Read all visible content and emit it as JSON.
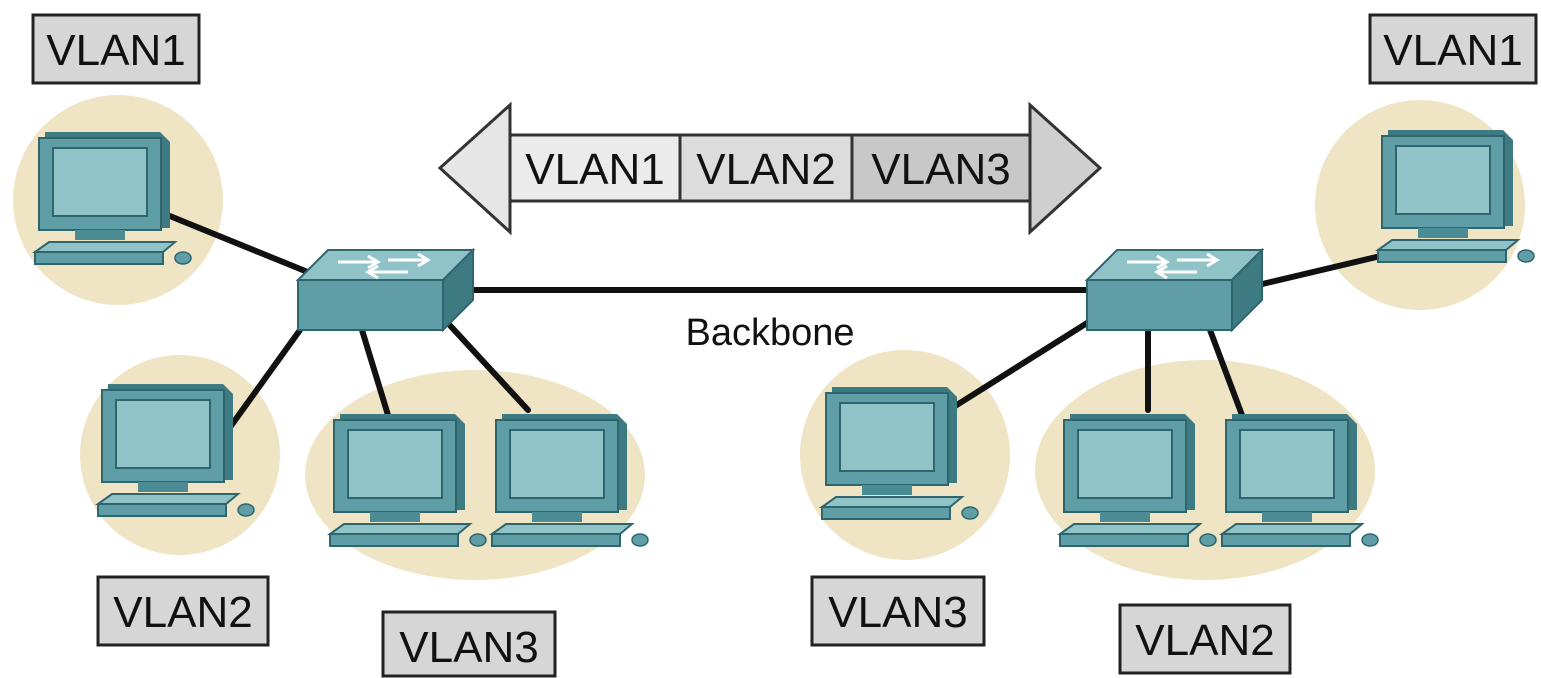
{
  "diagram": {
    "trunk_segments": [
      "VLAN1",
      "VLAN2",
      "VLAN3"
    ],
    "backbone_label": "Backbone",
    "labels": {
      "left_top": "VLAN1",
      "left_mid": "VLAN2",
      "left_bottom": "VLAN3",
      "right_top": "VLAN1",
      "right_mid": "VLAN3",
      "right_bottom": "VLAN2"
    },
    "colors": {
      "halo": "#efe4c4",
      "teal": "#5f9ea6",
      "teal_dark": "#3e7a82",
      "teal_light": "#8fc3c8",
      "label_bg": "#d6d6d6",
      "arrow_fill": "#dadada",
      "link": "#111111"
    }
  }
}
